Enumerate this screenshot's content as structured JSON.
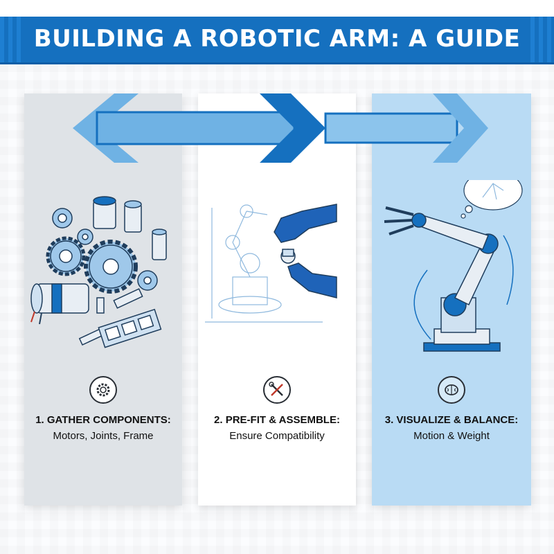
{
  "header": {
    "title": "BUILDING A ROBOTIC ARM: A GUIDE"
  },
  "steps": [
    {
      "title": "1. GATHER COMPONENTS:",
      "subtitle": "Motors, Joints, Frame",
      "icon": "gear-icon"
    },
    {
      "title": "2. PRE-FIT & ASSEMBLE:",
      "subtitle": "Ensure Compatibility",
      "icon": "tools-icon"
    },
    {
      "title": "3. VISUALIZE & BALANCE:",
      "subtitle": "Motion & Weight",
      "icon": "brain-icon"
    }
  ],
  "colors": {
    "primary": "#1570bf",
    "panel1": "#dfe3e7",
    "panel2": "#ffffff",
    "panel3": "#b9dbf4",
    "arrow_light": "#5aa7e0",
    "arrow_dark": "#1570bf"
  }
}
